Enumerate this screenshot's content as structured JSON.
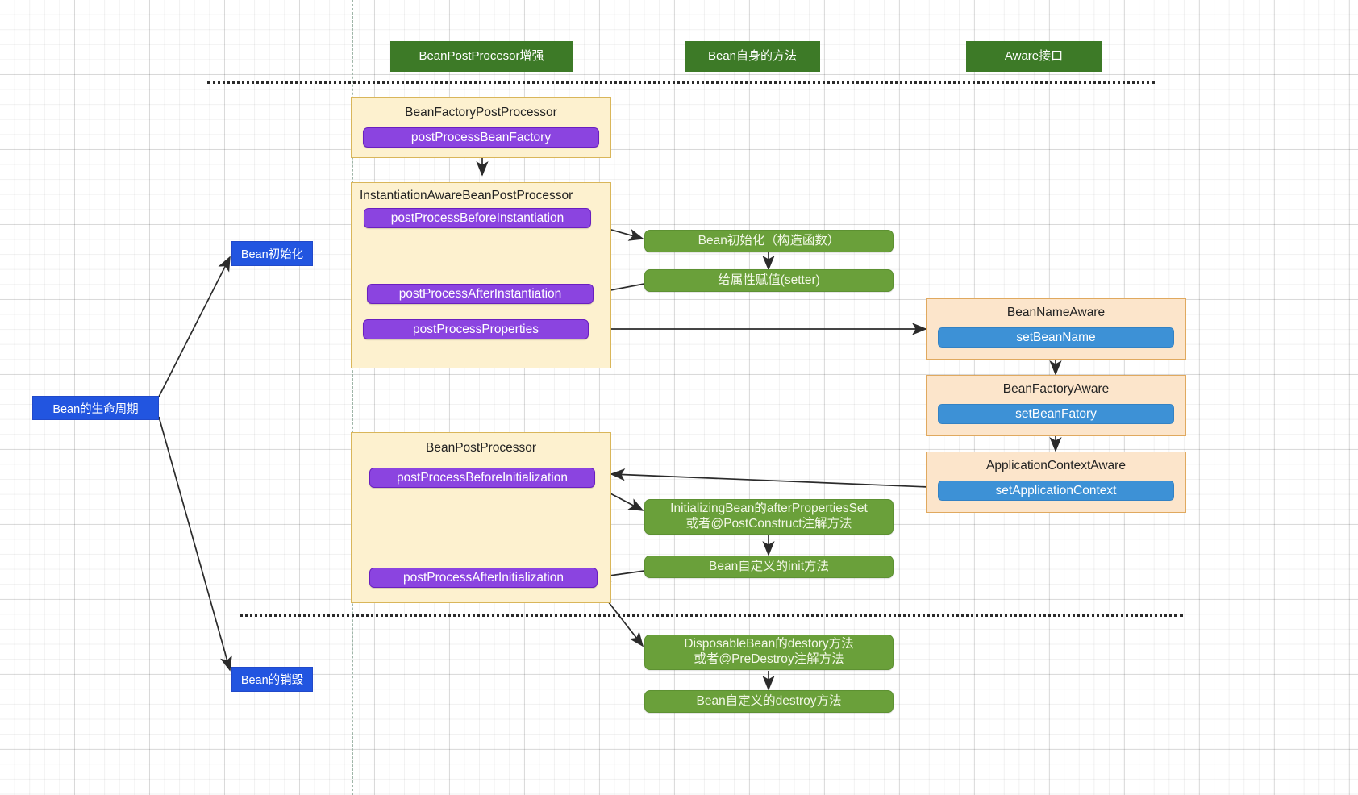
{
  "diagram": {
    "title": "Bean的生命周期",
    "colors": {
      "legend_green": "#3d7a27",
      "node_green": "#6aa03a",
      "blue": "#2255e0",
      "purple": "#8b44e0",
      "light_blue": "#3d91d6",
      "group_cream": "#fdf1cf",
      "group_peach": "#fce5cb",
      "group_border": "#d9b65a"
    },
    "legend": [
      {
        "label": "BeanPostProcesor增强"
      },
      {
        "label": "Bean自身的方法"
      },
      {
        "label": "Aware接口"
      }
    ],
    "root": {
      "label": "Bean的生命周期"
    },
    "phases": [
      {
        "label": "Bean初始化"
      },
      {
        "label": "Bean的销毁"
      }
    ],
    "groups": [
      {
        "title": "BeanFactoryPostProcessor",
        "methods": [
          {
            "label": "postProcessBeanFactory"
          }
        ]
      },
      {
        "title": "InstantiationAwareBeanPostProcessor",
        "methods": [
          {
            "label": "postProcessBeforeInstantiation"
          },
          {
            "label": "postProcessAfterInstantiation"
          },
          {
            "label": "postProcessProperties"
          }
        ]
      },
      {
        "title": "BeanPostProcessor",
        "methods": [
          {
            "label": "postProcessBeforeInitialization"
          },
          {
            "label": "postProcessAfterInitialization"
          }
        ]
      }
    ],
    "aware_groups": [
      {
        "title": "BeanNameAware",
        "method": "setBeanName"
      },
      {
        "title": "BeanFactoryAware",
        "method": "setBeanFatory"
      },
      {
        "title": "ApplicationContextAware",
        "method": "setApplicationContext"
      }
    ],
    "bean_methods": [
      {
        "label": "Bean初始化（构造函数）"
      },
      {
        "label": "给属性赋值(setter)"
      },
      {
        "label": "InitializingBean的afterPropertiesSet\n或者@PostConstruct注解方法"
      },
      {
        "label": "Bean自定义的init方法"
      },
      {
        "label": "DisposableBean的destory方法\n或者@PreDestroy注解方法"
      },
      {
        "label": "Bean自定义的destroy方法"
      }
    ]
  }
}
